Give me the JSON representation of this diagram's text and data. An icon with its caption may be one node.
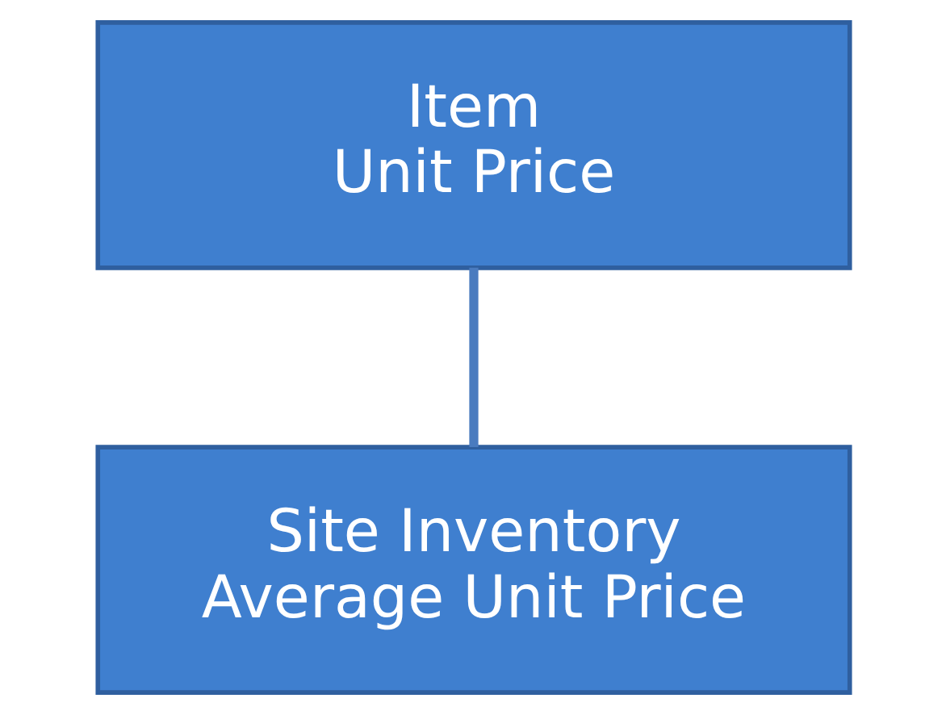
{
  "diagram": {
    "nodes": [
      {
        "text": [
          "Item",
          "Unit Price"
        ]
      },
      {
        "text": [
          "Site Inventory",
          "Average Unit Price"
        ]
      }
    ],
    "edges": [
      {
        "from": 0,
        "to": 1,
        "arrow": "none"
      }
    ]
  }
}
